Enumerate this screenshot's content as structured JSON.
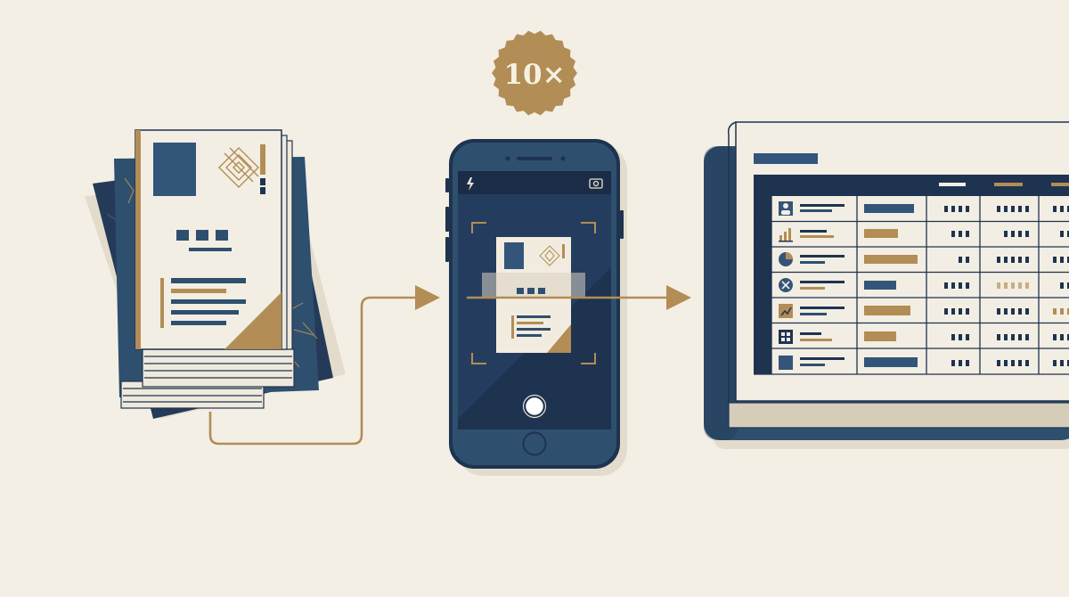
{
  "badge": {
    "text": "10×"
  },
  "colors": {
    "background": "#f4efe5",
    "navy": "#1e3350",
    "navy_mid": "#2f4f6f",
    "gold": "#b28d55",
    "paper": "#f2ece0",
    "sheet_edge": "#e8e1d3",
    "shadow": "#e3dccd"
  },
  "icons": {
    "phone_flash": "flash-icon",
    "phone_camera": "camera-switch-icon",
    "phone_shutter": "shutter-button-icon",
    "phone_home": "home-button-icon"
  },
  "spreadsheet": {
    "rows": 7,
    "columns": 6,
    "row_icons": [
      "person-icon",
      "bar-chart-icon",
      "pie-chart-icon",
      "network-icon",
      "trend-chart-icon",
      "grid-icon",
      "square-icon"
    ]
  }
}
